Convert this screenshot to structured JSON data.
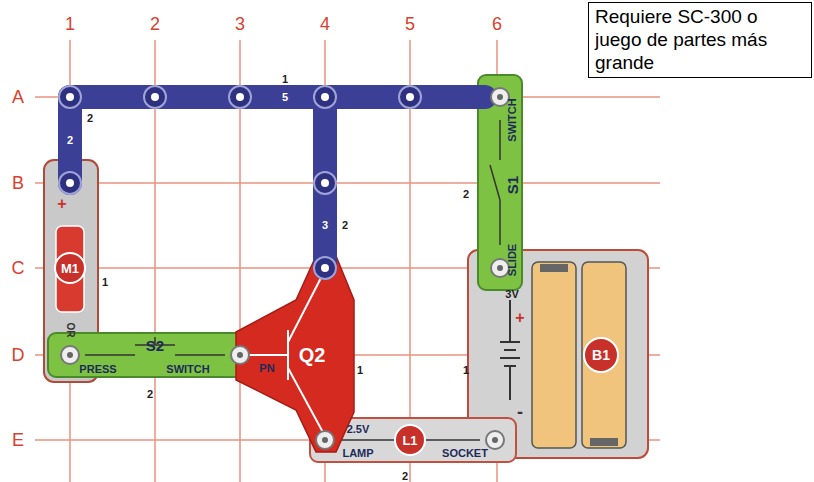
{
  "diagram": {
    "nodes": [
      {
        "text": [
          "Requiere SC-300 o juego de partes más grande"
        ]
      },
      {
        "text": [
          "M1"
        ]
      },
      {
        "text": [
          "SLIDE",
          "S1",
          "SWITCH"
        ]
      },
      {
        "text": [
          "S2",
          "PRESS",
          "SWITCH"
        ]
      },
      {
        "text": [
          "Q2"
        ]
      },
      {
        "text": [
          "B1"
        ]
      },
      {
        "text": [
          "2.5V",
          "L1",
          "LAMP",
          "SOCKET"
        ]
      }
    ],
    "labels": [
      "1",
      "2",
      "3",
      "4",
      "5",
      "6",
      "A",
      "B",
      "C",
      "D",
      "E",
      "1",
      "5",
      "2",
      "2",
      "3",
      "2",
      "+",
      "OR",
      "1",
      "2",
      "PN",
      "1",
      "2",
      "3V",
      "+",
      "-",
      "1",
      "2"
    ]
  }
}
